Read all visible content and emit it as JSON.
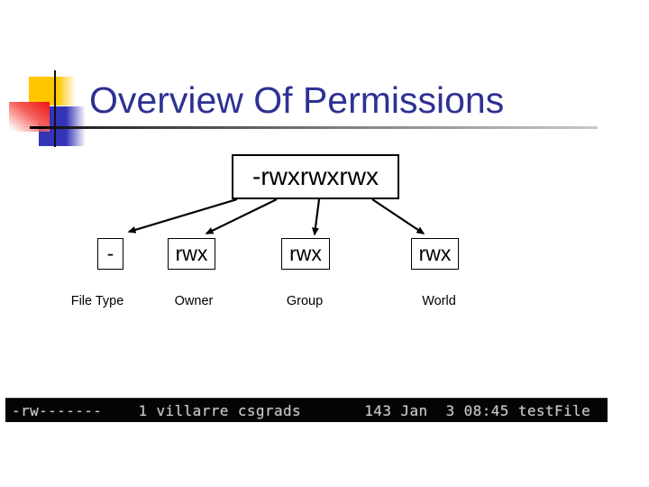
{
  "slide": {
    "title": "Overview Of Permissions"
  },
  "diagram": {
    "root_box": "-rwxrwxrwx",
    "nodes": [
      {
        "box": "-",
        "label": "File Type"
      },
      {
        "box": "rwx",
        "label": "Owner"
      },
      {
        "box": "rwx",
        "label": "Group"
      },
      {
        "box": "rwx",
        "label": "World"
      }
    ]
  },
  "terminal": {
    "line": "-rw-------    1 villarre csgrads       143 Jan  3 08:45 testFile"
  },
  "colors": {
    "title_text": "#2e3192",
    "accent_yellow": "#ffc600",
    "accent_red": "#ee1111",
    "accent_blue": "#3434b8",
    "terminal_bg": "#040404",
    "terminal_text": "#c6c6c6"
  }
}
